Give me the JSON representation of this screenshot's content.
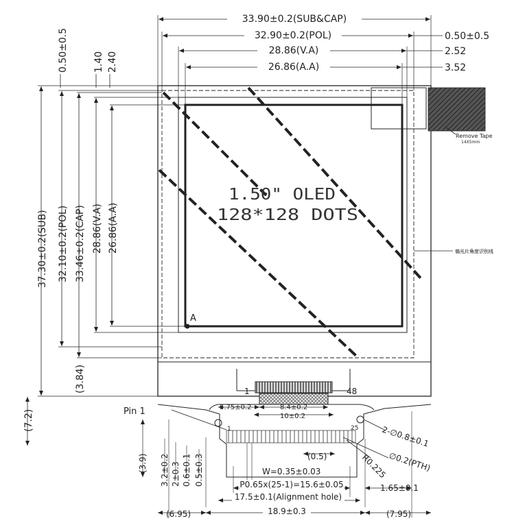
{
  "top_dims": {
    "sub_cap": "33.90±0.2(SUB&CAP)",
    "pol": "32.90±0.2(POL)",
    "va": "28.86(V.A)",
    "aa": "26.86(A.A)",
    "right_050": "0.50±0.5",
    "right_252": "2.52",
    "right_352": "3.52"
  },
  "left_dims": {
    "top_050": "0.50±0.5",
    "top_140": "1.40",
    "top_240": "2.40",
    "sub": "37.30±0.2(SUB)",
    "pol": "32.10±0.2(POL)",
    "cap": "33.46±0.2(CAP)",
    "va": "28.86(V.A)",
    "aa": "26.86(A.A)",
    "gap_384": "(3.84)",
    "gap_72": "(7.2)"
  },
  "display": {
    "line1": "1.50\" OLED",
    "line2": "128*128 DOTS",
    "corner_a": "A",
    "remove_tape": "Remove Tape",
    "remove_tape_size": "14X5mm",
    "side_note": "偏光片角度识别线"
  },
  "connector": {
    "pin_first": "1",
    "pin_last": "48"
  },
  "fpc": {
    "pin1_label": "Pin 1",
    "dim_575": "5.75±0.2",
    "dim_84": "8.4±0.2",
    "dim_10": "10±0.2",
    "pad_1": "1",
    "pad_25": "25",
    "hole": "2-∅0.8±0.1",
    "pth": "∅0.2(PTH)",
    "r0225": "R0.225",
    "dim_05": "(0.5)",
    "width": "W=0.35±0.03",
    "pitch": "P0.65x(25-1)=15.6±0.05",
    "dim_165": "1.65±0.1",
    "alignment": "17.5±0.1(Alignment hole)",
    "dim_189": "18.9±0.3",
    "dim_695": "(6.95)",
    "dim_795": "(7.95)",
    "dim_39": "(3.9)",
    "dim_32": "3.2±0.2",
    "dim_203": "2±0.3",
    "dim_06": "0.6±0.1",
    "dim_053": "0.5±0.3"
  }
}
